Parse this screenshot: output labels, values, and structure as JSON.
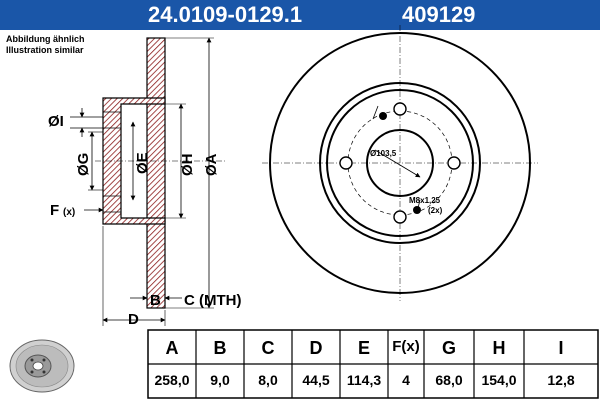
{
  "header": {
    "part_number": "24.0109-0129.1",
    "reference": "409129"
  },
  "note": {
    "line1": "Abbildung ähnlich",
    "line2": "Illustration similar"
  },
  "drawing": {
    "labels": {
      "I": "ØI",
      "G": "ØG",
      "E": "ØE",
      "H": "ØH",
      "A": "ØA",
      "F": "F",
      "F_sub": "(x)",
      "B": "B",
      "C": "C (MTH)",
      "D": "D"
    },
    "front": {
      "pcd": "Ø103,5",
      "thread": "M8x1,25",
      "thread_count": "(2x)"
    }
  },
  "table": {
    "headers": [
      "A",
      "B",
      "C",
      "D",
      "E",
      "F(x)",
      "G",
      "H",
      "I"
    ],
    "values": [
      "258,0",
      "9,0",
      "8,0",
      "44,5",
      "114,3",
      "4",
      "68,0",
      "154,0",
      "12,8"
    ]
  },
  "colors": {
    "brand": "#1a56a8",
    "hatch": "#8b1a1a",
    "line": "#000000"
  }
}
